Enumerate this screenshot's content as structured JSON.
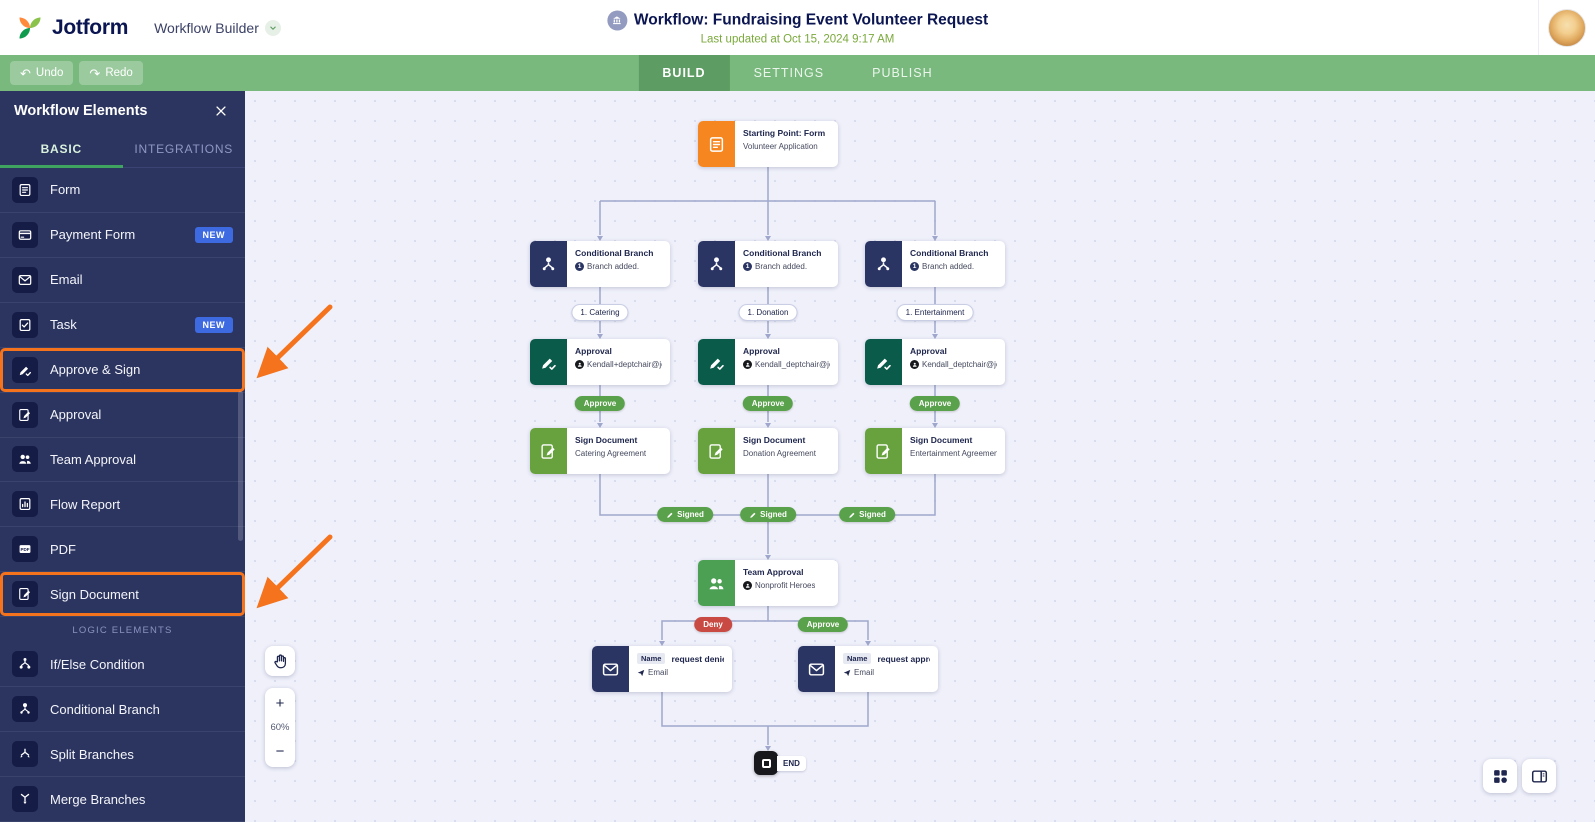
{
  "header": {
    "brand": "Jotform",
    "nav_label": "Workflow Builder",
    "title": "Workflow: Fundraising Event Volunteer Request",
    "subtitle": "Last updated at Oct 15, 2024 9:17 AM"
  },
  "toolbar": {
    "undo_label": "Undo",
    "redo_label": "Redo",
    "tabs": [
      {
        "label": "BUILD",
        "active": true
      },
      {
        "label": "SETTINGS",
        "active": false
      },
      {
        "label": "PUBLISH",
        "active": false
      }
    ]
  },
  "sidebar": {
    "title": "Workflow Elements",
    "tabs": [
      {
        "label": "BASIC",
        "active": true
      },
      {
        "label": "INTEGRATIONS",
        "active": false
      }
    ],
    "items": [
      {
        "label": "Form"
      },
      {
        "label": "Payment Form",
        "badge": "NEW"
      },
      {
        "label": "Email"
      },
      {
        "label": "Task",
        "badge": "NEW"
      },
      {
        "label": "Approve & Sign",
        "highlighted": true
      },
      {
        "label": "Approval"
      },
      {
        "label": "Team Approval"
      },
      {
        "label": "Flow Report"
      },
      {
        "label": "PDF"
      },
      {
        "label": "Sign Document",
        "highlighted": true
      }
    ],
    "section_label": "LOGIC ELEMENTS",
    "logic_items": [
      {
        "label": "If/Else Condition"
      },
      {
        "label": "Conditional Branch"
      },
      {
        "label": "Split Branches"
      },
      {
        "label": "Merge Branches"
      }
    ]
  },
  "canvas": {
    "zoom_level": "60%",
    "workflow": {
      "start": {
        "title": "Starting Point: Form",
        "subtitle": "Volunteer Application"
      },
      "branches": [
        {
          "title": "Conditional Branch",
          "badge_count": "1",
          "subtitle": "Branch added.",
          "tag": "1. Catering",
          "approval_title": "Approval",
          "approver": "Kendall+deptchair@jo...",
          "approve_label": "Approve",
          "sign_title": "Sign Document",
          "sign_subtitle": "Catering Agreement",
          "signed_label": "Signed"
        },
        {
          "title": "Conditional Branch",
          "badge_count": "1",
          "subtitle": "Branch added.",
          "tag": "1. Donation",
          "approval_title": "Approval",
          "approver": "Kendall_deptchair@jo...",
          "approve_label": "Approve",
          "sign_title": "Sign Document",
          "sign_subtitle": "Donation Agreement",
          "signed_label": "Signed"
        },
        {
          "title": "Conditional Branch",
          "badge_count": "1",
          "subtitle": "Branch added.",
          "tag": "1. Entertainment",
          "approval_title": "Approval",
          "approver": "Kendall_deptchair@jo...",
          "approve_label": "Approve",
          "sign_title": "Sign Document",
          "sign_subtitle": "Entertainment Agreement",
          "signed_label": "Signed"
        }
      ],
      "team_approval": {
        "title": "Team Approval",
        "subtitle": "Nonprofit Heroes"
      },
      "deny_label": "Deny",
      "approve_label": "Approve",
      "emails": [
        {
          "tag": "Name",
          "title": "request denied",
          "subtitle": "Email"
        },
        {
          "tag": "Name",
          "title": "request approved",
          "subtitle": "Email"
        }
      ],
      "end_label": "END"
    }
  },
  "colors": {
    "accent_orange": "#F4731C",
    "toolbar_green": "#79B97E",
    "active_tab_green": "#5D9C62",
    "sidebar_navy": "#2C3560",
    "badge_blue": "#3E6AE1",
    "node_orange": "#F6861F",
    "node_navy": "#2B3563",
    "node_dark_green": "#0A5B4A",
    "node_green": "#67A23E",
    "badge_green": "#59A14A",
    "deny_red": "#C94A43",
    "subtitle_green": "#7BA93C"
  }
}
